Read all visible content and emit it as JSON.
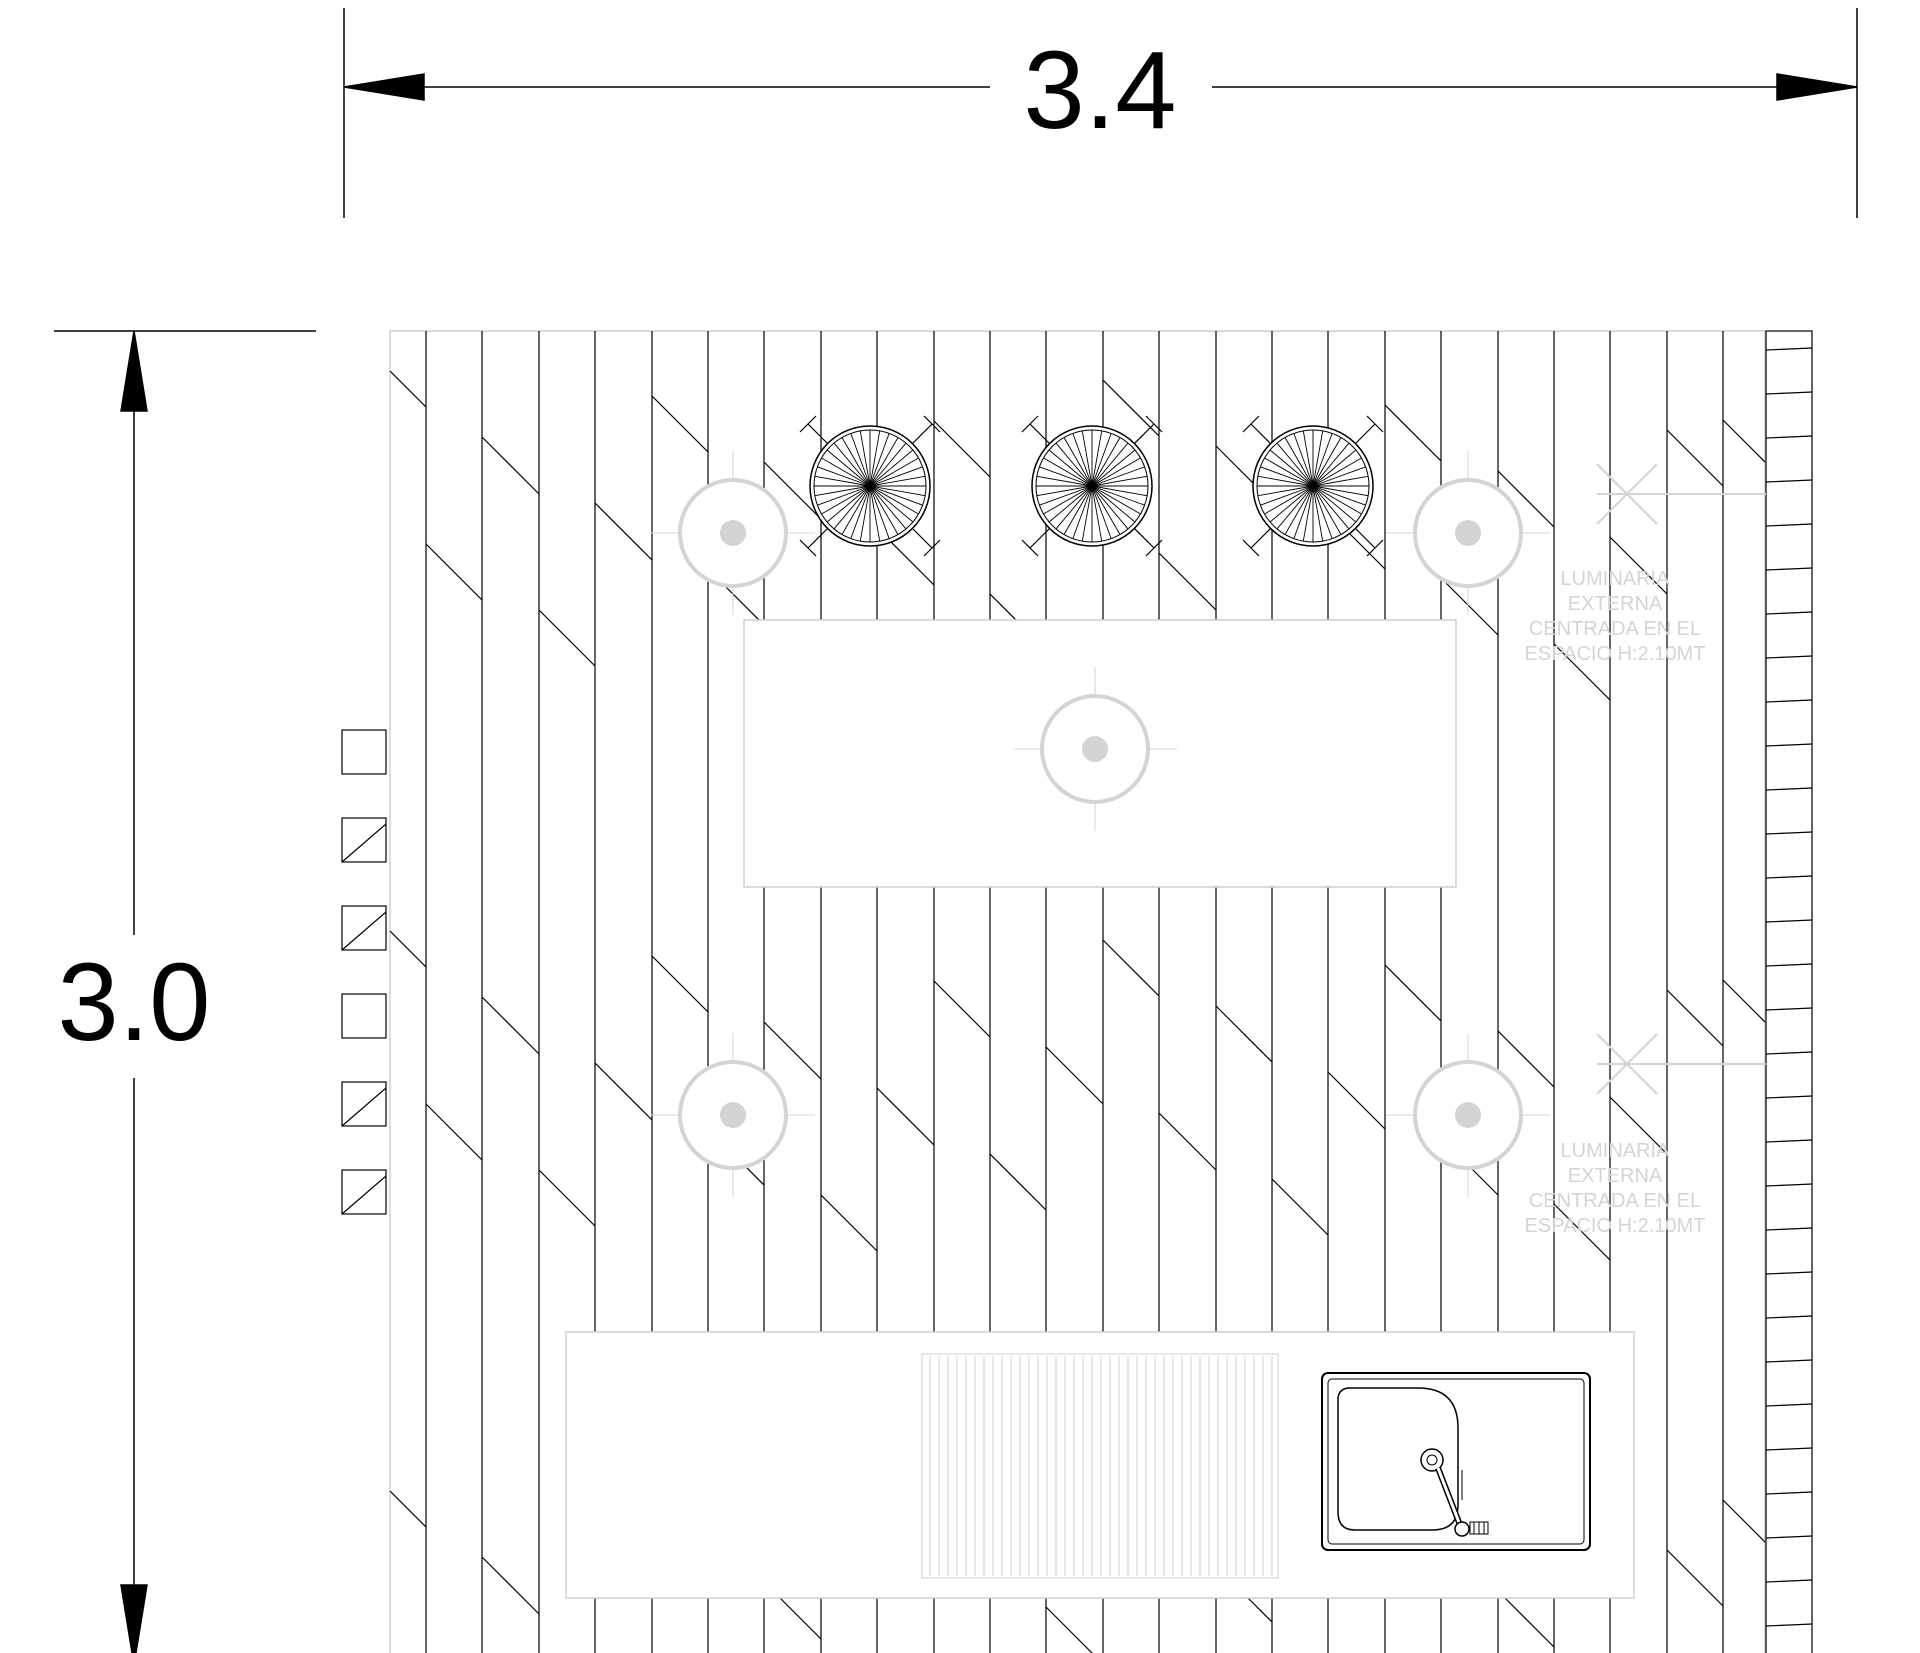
{
  "dimensions": {
    "width_label": "3.4",
    "height_label": "3.0"
  },
  "luminaria_label": {
    "lines": [
      "LUMINARIA",
      "EXTERNA",
      "CENTRADA EN EL",
      "ESPACIO H:2.10MT"
    ]
  },
  "colors": {
    "linework": "#000000",
    "luminaire_symbol": "#d4d4d4",
    "background": "#ffffff"
  },
  "elements": {
    "stools": 3,
    "ceiling_lights": 5,
    "external_luminaires": 2,
    "chair_squares": 6
  }
}
